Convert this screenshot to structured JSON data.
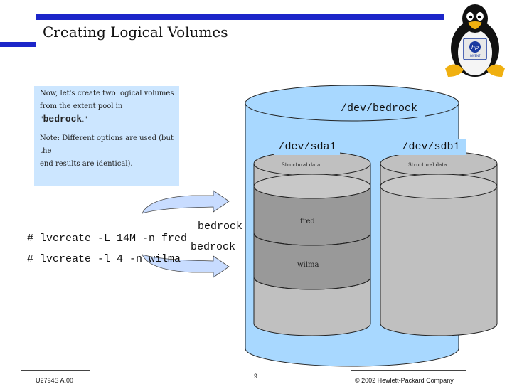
{
  "slide": {
    "title": "Creating Logical Volumes",
    "note": {
      "line1": "Now, let's create two logical volumes",
      "line2": "from the extent pool in",
      "line3_prefix": "\"",
      "line3_code": "bedrock",
      "line3_suffix": ".\"",
      "line4": "Note: Different options are used (but the",
      "line5": "end results are identical)."
    },
    "commands": [
      {
        "text": "# lvcreate -L 14M -n fred",
        "vg": "bedrock"
      },
      {
        "text": "# lvcreate -l 4 -n wilma",
        "vg": "bedrock"
      }
    ],
    "diagram": {
      "vg_label": "/dev/bedrock",
      "pv_left": "/dev/sda1",
      "pv_right": "/dev/sdb1",
      "struct_left": "Structural data",
      "struct_right": "Structural data",
      "lv1": "fred",
      "lv2": "wilma"
    },
    "footer": {
      "course": "U2794S A.00",
      "page": "9",
      "copyright": "© 2002 Hewlett-Packard Company"
    },
    "logo": {
      "icon": "tux-penguin-icon",
      "badge": "hp-logo"
    },
    "colors": {
      "accent": "#1c26c9",
      "note_bg": "#cce6ff",
      "vg_fill": "#a8d8ff",
      "pv_fill": "#c0c0c0",
      "lv_fill": "#999999"
    }
  }
}
